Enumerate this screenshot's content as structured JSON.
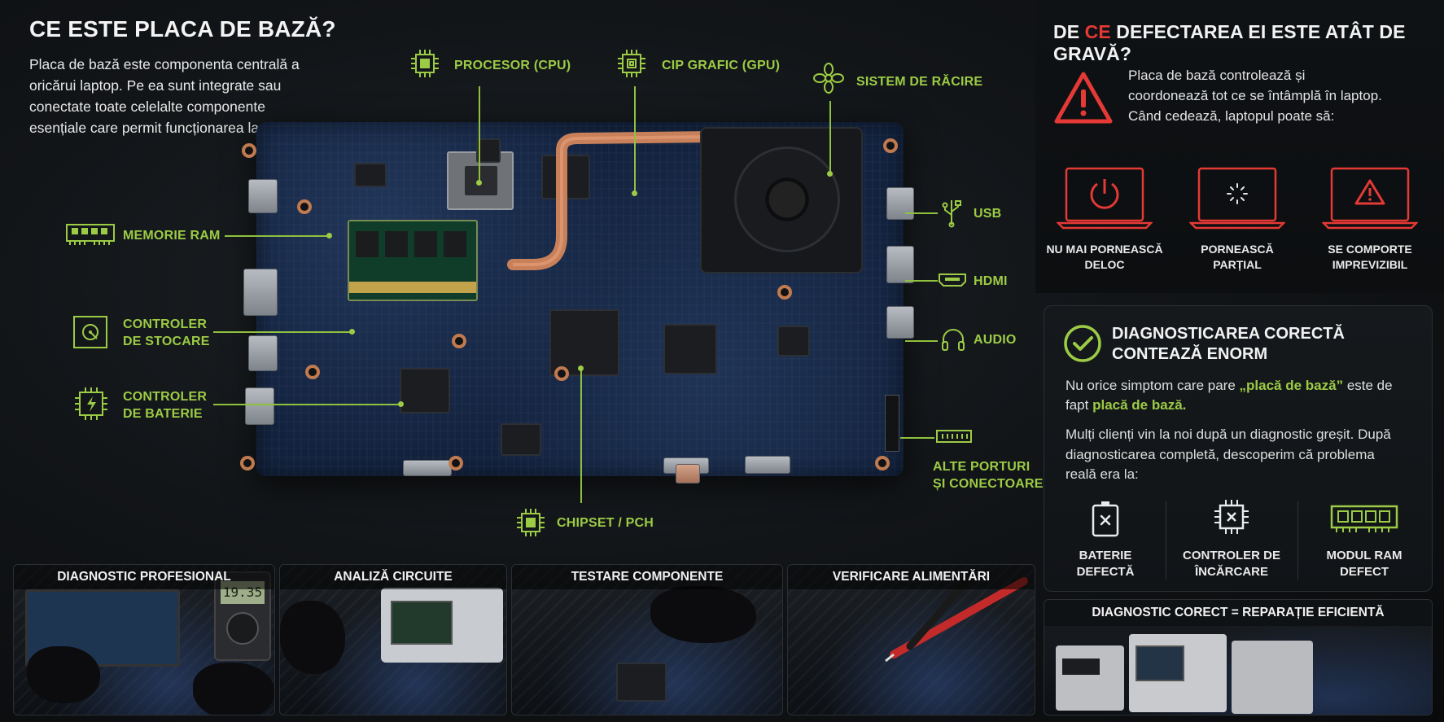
{
  "intro": {
    "title": "CE ESTE PLACA DE BAZĂ?",
    "text": "Placa de bază este componenta centrală a oricărui laptop. Pe ea sunt integrate sau conectate toate celelalte componente esențiale care permit funcționarea laptopului."
  },
  "components": {
    "cpu": "PROCESOR (CPU)",
    "gpu": "CIP GRAFIC (GPU)",
    "cooling": "SISTEM DE RĂCIRE",
    "ram": "MEMORIE RAM",
    "storage": [
      "CONTROLER",
      "DE STOCARE"
    ],
    "battery": [
      "CONTROLER",
      "DE BATERIE"
    ],
    "chipset": "CHIPSET / PCH",
    "usb": "USB",
    "hdmi": "HDMI",
    "audio": "AUDIO",
    "other_ports": [
      "ALTE PORTURI",
      "ȘI CONECTOARE"
    ]
  },
  "why": {
    "title_pre": "DE ",
    "title_highlight": "CE",
    "title_post": " DEFECTAREA EI ESTE ATÂT DE GRAVĂ?",
    "text": "Placa de bază controlează și coordonează tot ce se întâmplă în laptop. Când cedează, laptopul poate să:",
    "outcomes": [
      [
        "NU MAI PORNEASCĂ",
        "DELOC"
      ],
      [
        "PORNEASCĂ PARȚIAL",
        ""
      ],
      [
        "SE COMPORTE",
        "IMPREVIZIBIL"
      ]
    ],
    "accent_color": "#e53935"
  },
  "diagnosis": {
    "title": [
      "DIAGNOSTICAREA CORECTĂ",
      "CONTEAZĂ ENORM"
    ],
    "p1_a": "Nu orice simptom care pare ",
    "p1_b": "„placă de bază”",
    "p1_c": " este de fapt ",
    "p1_d": "placă de bază.",
    "p2": "Mulți clienți vin la noi după un diagnostic greșit. După diagnosticarea completă, descoperim că problema reală era la:",
    "causes": [
      [
        "BATERIE",
        "DEFECTĂ"
      ],
      [
        "CONTROLER DE",
        "ÎNCĂRCARE"
      ],
      [
        "MODUL RAM",
        "DEFECT"
      ]
    ],
    "accent_color": "#9ccb45"
  },
  "photos": [
    {
      "title": "DIAGNOSTIC PROFESIONAL",
      "meter": "19.35"
    },
    {
      "title": "ANALIZĂ CIRCUITE"
    },
    {
      "title": "TESTARE COMPONENTE"
    },
    {
      "title": "VERIFICARE ALIMENTĂRI"
    }
  ],
  "efficiency": {
    "title": "DIAGNOSTIC CORECT = REPARAȚIE EFICIENTĂ"
  }
}
